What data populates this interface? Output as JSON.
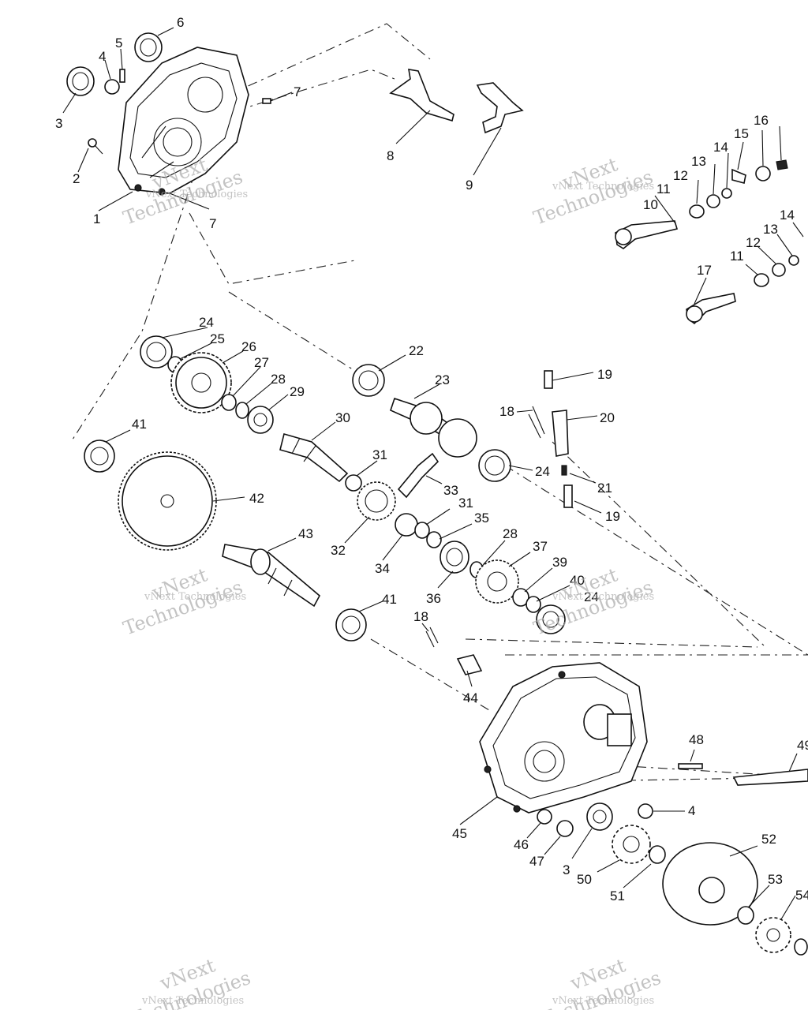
{
  "watermark": {
    "line1": "vNext",
    "line2": "Technologies",
    "small": "vNext Technologies"
  },
  "callouts": [
    "1",
    "2",
    "3",
    "4",
    "5",
    "6",
    "7",
    "7",
    "8",
    "9",
    "10",
    "11",
    "12",
    "13",
    "14",
    "15",
    "16",
    "11",
    "12",
    "13",
    "14",
    "17",
    "18",
    "19",
    "19",
    "20",
    "21",
    "22",
    "23",
    "24",
    "24",
    "24",
    "25",
    "26",
    "27",
    "28",
    "28",
    "29",
    "30",
    "31",
    "31",
    "32",
    "33",
    "34",
    "35",
    "36",
    "37",
    "39",
    "40",
    "41",
    "41",
    "42",
    "43",
    "44",
    "18",
    "45",
    "46",
    "47",
    "3",
    "50",
    "51",
    "52",
    "53",
    "54",
    "48",
    "49",
    "4"
  ]
}
